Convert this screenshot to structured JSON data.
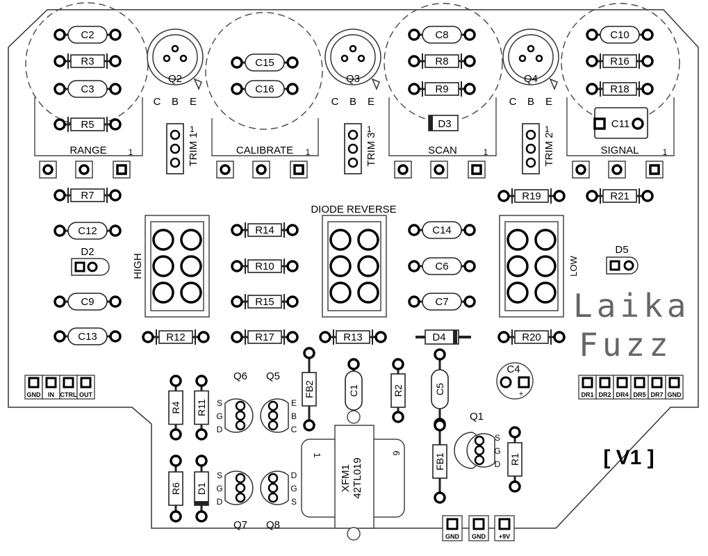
{
  "board": {
    "title_line1": "Laika",
    "title_line2": "Fuzz",
    "version": "[ V1 ]"
  },
  "labels": {
    "range": "RANGE",
    "calibrate": "CALIBRATE",
    "scan": "SCAN",
    "signal": "SIGNAL",
    "diode_reverse": "DIODE REVERSE",
    "high": "HIGH",
    "low": "LOW",
    "trim1": "TRIM 1",
    "trim2": "TRIM 2",
    "trim3": "TRIM 3",
    "pin1": "1",
    "pin6": "6",
    "xfm_name": "XFM1",
    "xfm_part": "42TL019"
  },
  "header_left": [
    "GND",
    "IN",
    "CTRL",
    "OUT"
  ],
  "header_right": [
    "DR1",
    "DR2",
    "DR4",
    "DR5",
    "DR7",
    "GND"
  ],
  "power_pads": [
    "GND",
    "GND",
    "+9V"
  ],
  "parts": {
    "C2": "C2",
    "R3": "R3",
    "C3": "C3",
    "R5": "R5",
    "R7": "R7",
    "C12": "C12",
    "C9": "C9",
    "C13": "C13",
    "C15": "C15",
    "C16": "C16",
    "C8": "C8",
    "R8": "R8",
    "R9": "R9",
    "D3": "D3",
    "C10": "C10",
    "R16": "R16",
    "R18": "R18",
    "C11": "C11",
    "R19": "R19",
    "R21": "R21",
    "R14": "R14",
    "R10": "R10",
    "R15": "R15",
    "R17": "R17",
    "R12": "R12",
    "R13": "R13",
    "C14": "C14",
    "C6": "C6",
    "C7": "C7",
    "D4": "D4",
    "R20": "R20",
    "D2": "D2",
    "D5": "D5",
    "Q2": "Q2",
    "Q3": "Q3",
    "Q4": "Q4",
    "Q1": "Q1",
    "Q5": "Q5",
    "Q6": "Q6",
    "Q7": "Q7",
    "Q8": "Q8",
    "R4": "R4",
    "R11": "R11",
    "R6": "R6",
    "D1": "D1",
    "FB2": "FB2",
    "C1": "C1",
    "R2": "R2",
    "C5": "C5",
    "FB1": "FB1",
    "R1": "R1",
    "C4": "C4"
  },
  "pins": {
    "c": "C",
    "b": "B",
    "e": "E",
    "s": "S",
    "g": "G",
    "d": "D",
    "plus": "+"
  }
}
